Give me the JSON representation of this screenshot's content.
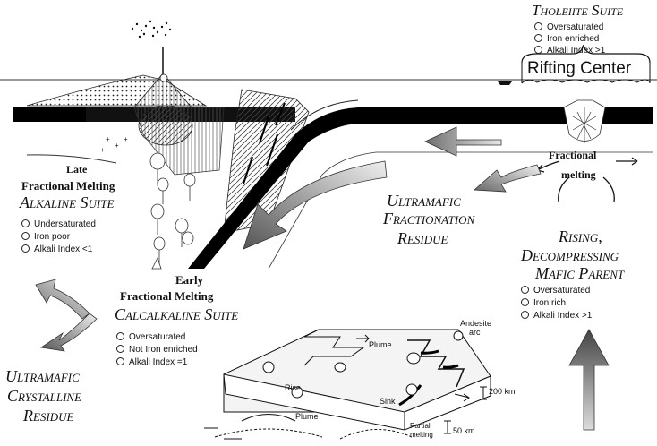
{
  "tholeiite": {
    "title": "Tholeiite Suite",
    "items": [
      "Oversaturated",
      "Iron enriched",
      "Alkali Index >1"
    ],
    "banner": "Rifting Center"
  },
  "alkaline": {
    "line1": "Late",
    "line2": "Fractional Melting",
    "title": "Alkaline Suite",
    "items": [
      "Undersaturated",
      "Iron poor",
      "Alkali Index <1"
    ]
  },
  "fractional": {
    "line1": "Fractional",
    "line2": "melting"
  },
  "ultramafic_fractionation": [
    "Ultramafic",
    "Fractionation",
    "Residue"
  ],
  "rising": [
    "Rising,",
    "Decompressing",
    "Mafic Parent"
  ],
  "rising_items": [
    "Oversaturated",
    "Iron rich",
    "Alkali Index >1"
  ],
  "calcalkaline": {
    "line1": "Early",
    "line2": "Fractional Melting",
    "title": "Calcalkaline Suite",
    "items": [
      "Oversaturated",
      "Not Iron enriched",
      "Alkali Index =1"
    ]
  },
  "ultramafic_crystalline": [
    "Ultramafic",
    "Crystalline",
    "Residue"
  ],
  "block_labels": {
    "andesite": "Andesite",
    "arc": "arc",
    "plume_top": "Plume",
    "rise": "Rise",
    "sink": "Sink",
    "plume_bottom": "Plume",
    "partial": "Partial",
    "melting": "melting",
    "scale_200": "200 km",
    "scale_50": "50 km"
  }
}
